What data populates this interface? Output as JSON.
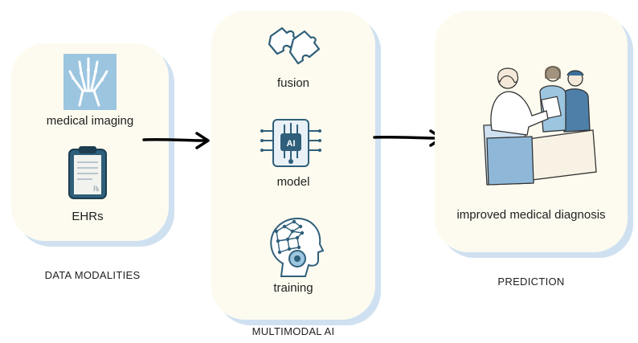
{
  "data_modalities": {
    "caption": "DATA MODALITIES",
    "items": [
      {
        "label": "medical imaging",
        "icon": "hand-xray-icon"
      },
      {
        "label": "EHRs",
        "icon": "clipboard-icon"
      }
    ]
  },
  "multimodal_ai": {
    "caption": "MULTIMODAL AI",
    "items": [
      {
        "label": "fusion",
        "icon": "puzzle-icon"
      },
      {
        "label": "model",
        "icon": "ai-chip-icon"
      },
      {
        "label": "training",
        "icon": "ai-head-icon"
      }
    ]
  },
  "prediction": {
    "caption": "PREDICTION",
    "label": "improved medical diagnosis",
    "icon": "doctor-consultation-illustration"
  },
  "colors": {
    "panel": "#fdfbef",
    "panel_shadow": "#cfe1f1",
    "icon_blue": "#3b6f9a",
    "arrow": "#000000"
  }
}
